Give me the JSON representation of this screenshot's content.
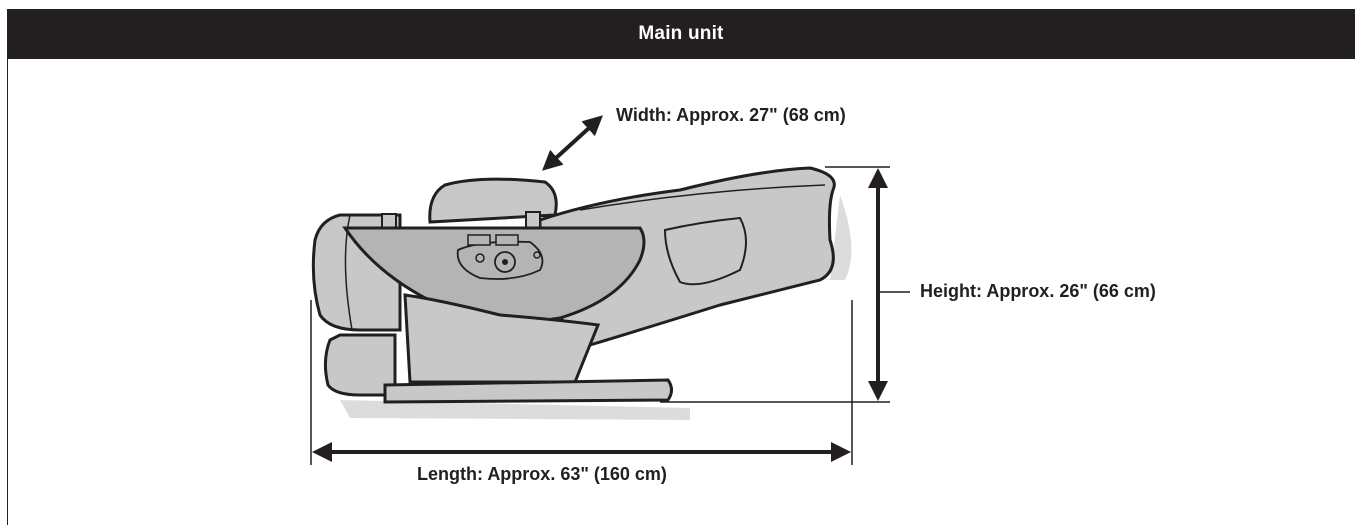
{
  "header": {
    "title": "Main unit"
  },
  "dimensions": {
    "width_label": "Width: Approx. 27\" (68 cm)",
    "height_label": "Height: Approx. 26\" (66 cm)",
    "length_label": "Length: Approx. 63\" (160 cm)"
  },
  "colors": {
    "header_bg": "#231f20",
    "header_text": "#ffffff",
    "line": "#231f20",
    "body_fill": "#c8c8c8",
    "panel_fill": "#b4b4b4",
    "shadow": "#dcdcdc"
  }
}
